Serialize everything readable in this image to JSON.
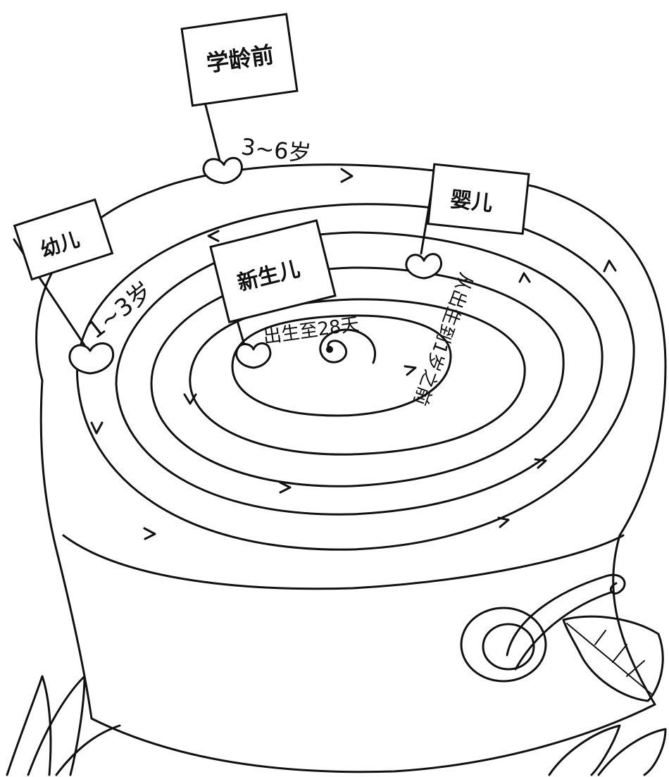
{
  "stages": [
    {
      "name": "学龄前",
      "age": "3~6岁"
    },
    {
      "name": "幼儿",
      "age": "1~3岁"
    },
    {
      "name": "新生儿",
      "age": "出生至28天"
    },
    {
      "name": "婴儿",
      "age": "从出生到1岁之前"
    }
  ],
  "colors": {
    "ink": "#111111",
    "paper": "#ffffff"
  }
}
